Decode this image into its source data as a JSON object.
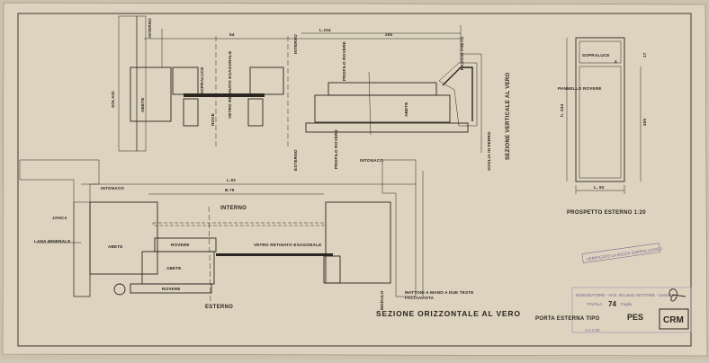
{
  "sheet": {
    "paper_color": "#ddd3be",
    "ink_color": "#2a2620",
    "stamp_color": "#7d5a92"
  },
  "vertical_section": {
    "title": "SEZIONE VERTICALE AL VERO",
    "labels": {
      "solaio": "SOLAIO",
      "interno_top": "INTERNO",
      "interno_right": "INTERNO",
      "abete_left": "ABETE",
      "sopraluce": "SOPRALUCE",
      "vetro": "VETRO RETINATO ESAGONALE",
      "noce": "NOCE",
      "esterno": "ESTERNO",
      "profilo_rovere_top": "PROFILO ROVERE",
      "abete_right": "ABETE",
      "profilo_rovere_bottom": "PROFILO ROVERE",
      "intonaco": "INTONACO",
      "soglia": "SOGLIA IN FERRO",
      "dim_54": "54",
      "dim_l104": "L.104",
      "dim_205": "205",
      "raggio": "RAGGIO FINITO"
    }
  },
  "horizontal_section": {
    "title": "SEZIONE ORIZZONTALE AL VERO",
    "labels": {
      "intonaco": "INTONACO",
      "dim_l92": "L.92",
      "dim_b75": "B.75",
      "interno": "INTERNO",
      "janca": "JANCA",
      "lana": "LANA MINERALE",
      "abete_left": "ABETE",
      "rovere_top": "ROVERE",
      "vetro": "VETRO RETINATO ESAGONALE",
      "abete_mid": "ABETE",
      "rovere_bottom": "ROVERE",
      "esterno": "ESTERNO",
      "mattoni": "MATTONI A MANO A DUE TESTE",
      "facciavista": "FACCIAVISTA",
      "modulo": "MODULO"
    }
  },
  "elevation": {
    "title": "PROSPETTO ESTERNO 1:20",
    "labels": {
      "sopraluce": "SOPRALUCE",
      "pannello": "PANNELLO ROVERE",
      "dim_h": "h. 244",
      "dim_205": "205",
      "dim_l": "L. 92",
      "dim_17": "17",
      "dim_4": "4"
    }
  },
  "title_block": {
    "stamp_line1": "VERIFICATO LA BOZZA SOPRALLUOGO",
    "stamp_line2": "DISEGNATORE - Arch. Riccardo SETTORE - Gestione",
    "tavola_label": "TAVOLA",
    "tavola_number": "74",
    "tavola_extra": "Foglio",
    "caption": "PORTA ESTERNA TIPO",
    "code": "PES",
    "scale": "1:1-1:20",
    "logo": "CRM"
  }
}
